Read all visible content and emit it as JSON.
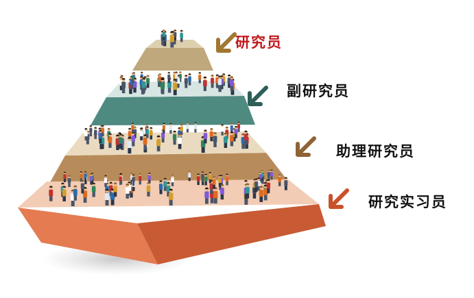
{
  "tiers": [
    {
      "label": "研究员",
      "label_color": "#c0181c",
      "arrow_color": "#a0782f",
      "top_color": "#ddd0ae",
      "front_color": "#bfa87c",
      "side_color": "#a88f60"
    },
    {
      "label": "副研究员",
      "label_color": "#111111",
      "arrow_color": "#2e5e57",
      "top_color": "#d7e6e2",
      "front_color": "#4f8a80",
      "side_color": "#3b6f66"
    },
    {
      "label": "助理研究员",
      "label_color": "#111111",
      "arrow_color": "#8e6434",
      "top_color": "#eadbc0",
      "front_color": "#b88c5a",
      "side_color": "#9a7142"
    },
    {
      "label": "研究实习员",
      "label_color": "#111111",
      "arrow_color": "#c9512a",
      "top_color": "#f2ccb4",
      "front_color": "#e47b51",
      "side_color": "#c85b34"
    }
  ]
}
